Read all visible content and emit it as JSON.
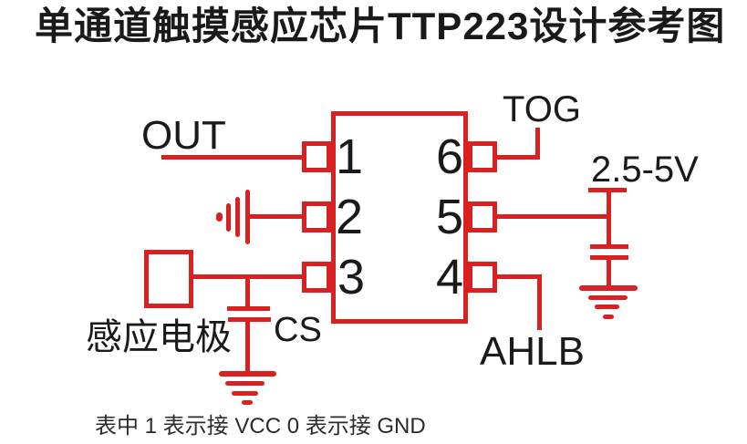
{
  "title": "单通道触摸感应芯片TTP223设计参考图",
  "footnote": "表中 1 表示接 VCC  0 表示接 GND",
  "colors": {
    "wire": "#d92121",
    "ink": "#1a1a1a"
  },
  "chip": {
    "left_pins": [
      "1",
      "2",
      "3"
    ],
    "right_pins": [
      "6",
      "5",
      "4"
    ]
  },
  "labels": {
    "out": "OUT",
    "tog": "TOG",
    "supply": "2.5-5V",
    "ahlb": "AHLB",
    "capacitor": "CS",
    "electrode": "感应电极"
  }
}
